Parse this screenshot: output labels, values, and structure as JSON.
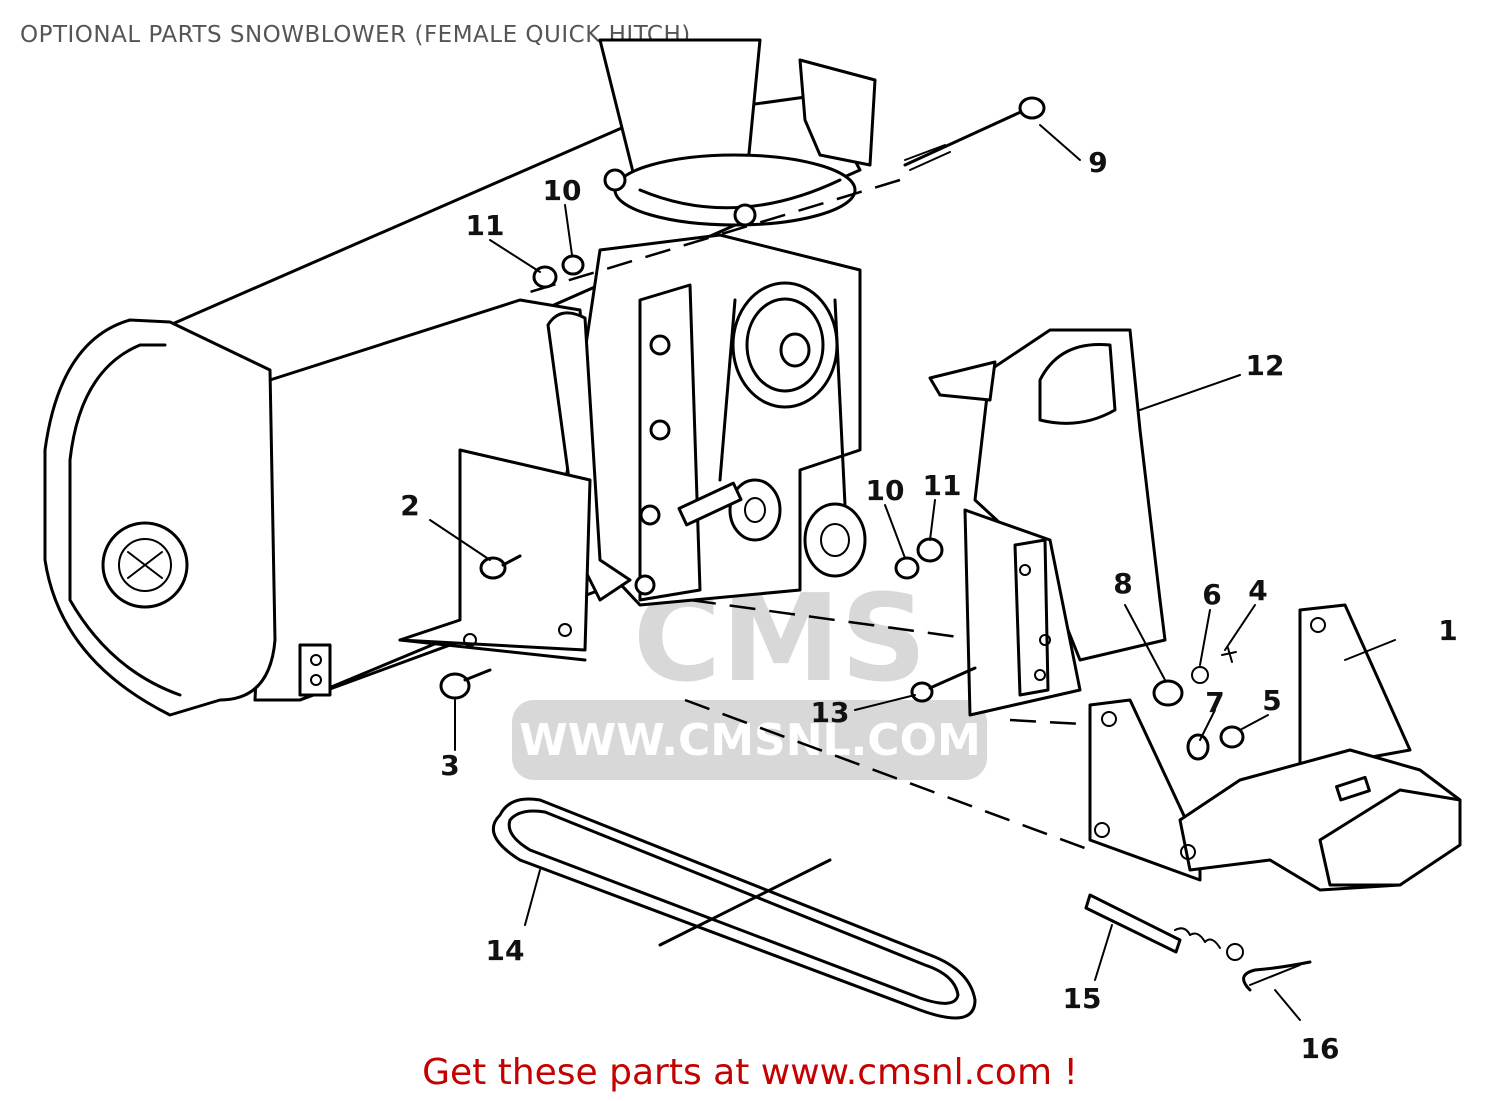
{
  "title": "OPTIONAL PARTS SNOWBLOWER (FEMALE QUICK HITCH)",
  "footer": "Get these parts at www.cmsnl.com !",
  "watermark": {
    "brand": "CMS",
    "url": "WWW.CMSNL.COM"
  },
  "callouts": [
    {
      "id": "1",
      "label": "1"
    },
    {
      "id": "2",
      "label": "2"
    },
    {
      "id": "3",
      "label": "3"
    },
    {
      "id": "4",
      "label": "4"
    },
    {
      "id": "5",
      "label": "5"
    },
    {
      "id": "6",
      "label": "6"
    },
    {
      "id": "7",
      "label": "7"
    },
    {
      "id": "8",
      "label": "8"
    },
    {
      "id": "9",
      "label": "9"
    },
    {
      "id": "10a",
      "label": "10"
    },
    {
      "id": "10b",
      "label": "10"
    },
    {
      "id": "11a",
      "label": "11"
    },
    {
      "id": "11b",
      "label": "11"
    },
    {
      "id": "12",
      "label": "12"
    },
    {
      "id": "13",
      "label": "13"
    },
    {
      "id": "14",
      "label": "14"
    },
    {
      "id": "15",
      "label": "15"
    },
    {
      "id": "16",
      "label": "16"
    }
  ],
  "colors": {
    "title": "#555555",
    "footer": "#c40000",
    "watermark": "#d8d8d8"
  }
}
